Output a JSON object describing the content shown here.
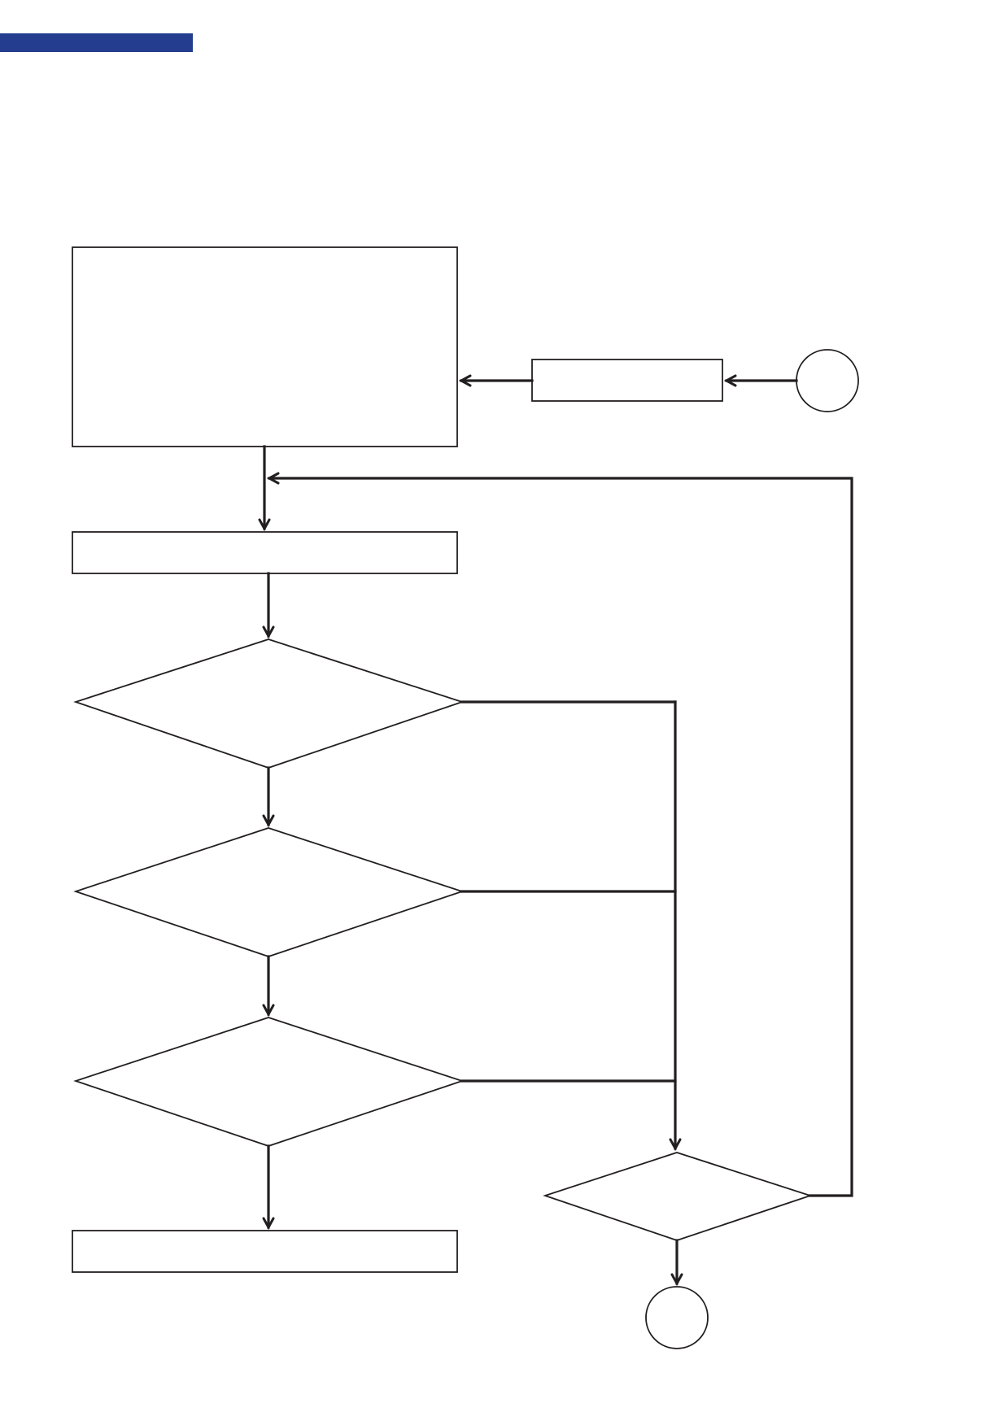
{
  "colors": {
    "background": "#ffffff",
    "header_bar": "#253d8e",
    "stroke": "#231f20"
  },
  "header": {
    "bar_label": ""
  },
  "flowchart": {
    "nodes": [
      {
        "id": "top-process-box",
        "shape": "rectangle",
        "label": ""
      },
      {
        "id": "side-process-box",
        "shape": "rectangle",
        "label": ""
      },
      {
        "id": "entry-connector",
        "shape": "circle",
        "label": ""
      },
      {
        "id": "second-process-box",
        "shape": "rectangle",
        "label": ""
      },
      {
        "id": "decision-1",
        "shape": "diamond",
        "label": ""
      },
      {
        "id": "decision-2",
        "shape": "diamond",
        "label": ""
      },
      {
        "id": "decision-3",
        "shape": "diamond",
        "label": ""
      },
      {
        "id": "bottom-process-box",
        "shape": "rectangle",
        "label": ""
      },
      {
        "id": "decision-4",
        "shape": "diamond",
        "label": ""
      },
      {
        "id": "exit-connector",
        "shape": "circle",
        "label": ""
      }
    ],
    "edges": [
      {
        "from": "entry-connector",
        "to": "side-process-box"
      },
      {
        "from": "side-process-box",
        "to": "top-process-box"
      },
      {
        "from": "top-process-box",
        "to": "second-process-box"
      },
      {
        "from": "second-process-box",
        "to": "decision-1"
      },
      {
        "from": "decision-1",
        "to": "decision-2"
      },
      {
        "from": "decision-2",
        "to": "decision-3"
      },
      {
        "from": "decision-3",
        "to": "bottom-process-box"
      },
      {
        "from": "decision-1",
        "to": "decision-4"
      },
      {
        "from": "decision-2",
        "to": "decision-4"
      },
      {
        "from": "decision-3",
        "to": "decision-4"
      },
      {
        "from": "decision-4",
        "to": "exit-connector"
      },
      {
        "from": "decision-4",
        "to": "second-process-box"
      }
    ]
  }
}
